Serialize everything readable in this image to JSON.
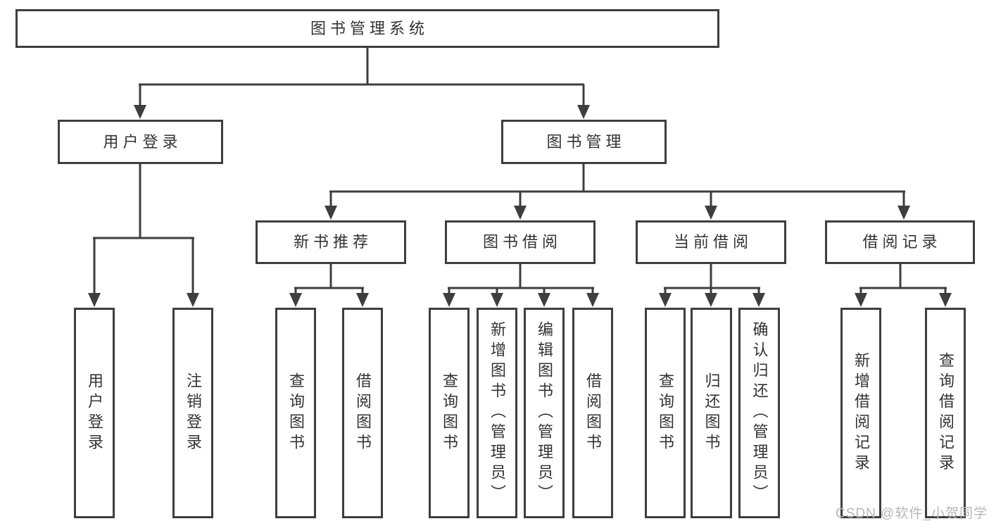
{
  "diagram_title": "图书管理系统",
  "nodes": {
    "root": {
      "label": "图书管理系统"
    },
    "user_login": {
      "label": "用户登录"
    },
    "book_mgmt": {
      "label": "图书管理"
    },
    "new_book_rec": {
      "label": "新书推荐"
    },
    "book_borrow": {
      "label": "图书借阅"
    },
    "current_borrow": {
      "label": "当前借阅"
    },
    "borrow_record": {
      "label": "借阅记录"
    },
    "ul_login": {
      "label": "用户登录"
    },
    "ul_logout": {
      "label": "注销登录"
    },
    "nb_query": {
      "label": "查询图书"
    },
    "nb_borrow": {
      "label": "借阅图书"
    },
    "bb_query": {
      "label": "查询图书"
    },
    "bb_add": {
      "label": "新增图书（管理员）"
    },
    "bb_edit": {
      "label": "编辑图书（管理员）"
    },
    "bb_borrow": {
      "label": "借阅图书"
    },
    "cb_query": {
      "label": "查询图书"
    },
    "cb_return": {
      "label": "归还图书"
    },
    "cb_confirm": {
      "label": "确认归还（管理员）"
    },
    "br_add": {
      "label": "新增借阅记录"
    },
    "br_query": {
      "label": "查询借阅记录"
    }
  },
  "hierarchy": {
    "root": [
      "user_login",
      "book_mgmt"
    ],
    "user_login": [
      "ul_login",
      "ul_logout"
    ],
    "book_mgmt": [
      "new_book_rec",
      "book_borrow",
      "current_borrow",
      "borrow_record"
    ],
    "new_book_rec": [
      "nb_query",
      "nb_borrow"
    ],
    "book_borrow": [
      "bb_query",
      "bb_add",
      "bb_edit",
      "bb_borrow"
    ],
    "current_borrow": [
      "cb_query",
      "cb_return",
      "cb_confirm"
    ],
    "borrow_record": [
      "br_add",
      "br_query"
    ]
  },
  "watermark": {
    "text": "CSDN @软件_小贺同学",
    "color": "#b6b6b6"
  },
  "colors": {
    "line": "#3e3e3e",
    "text": "#333333",
    "background": "#ffffff"
  }
}
